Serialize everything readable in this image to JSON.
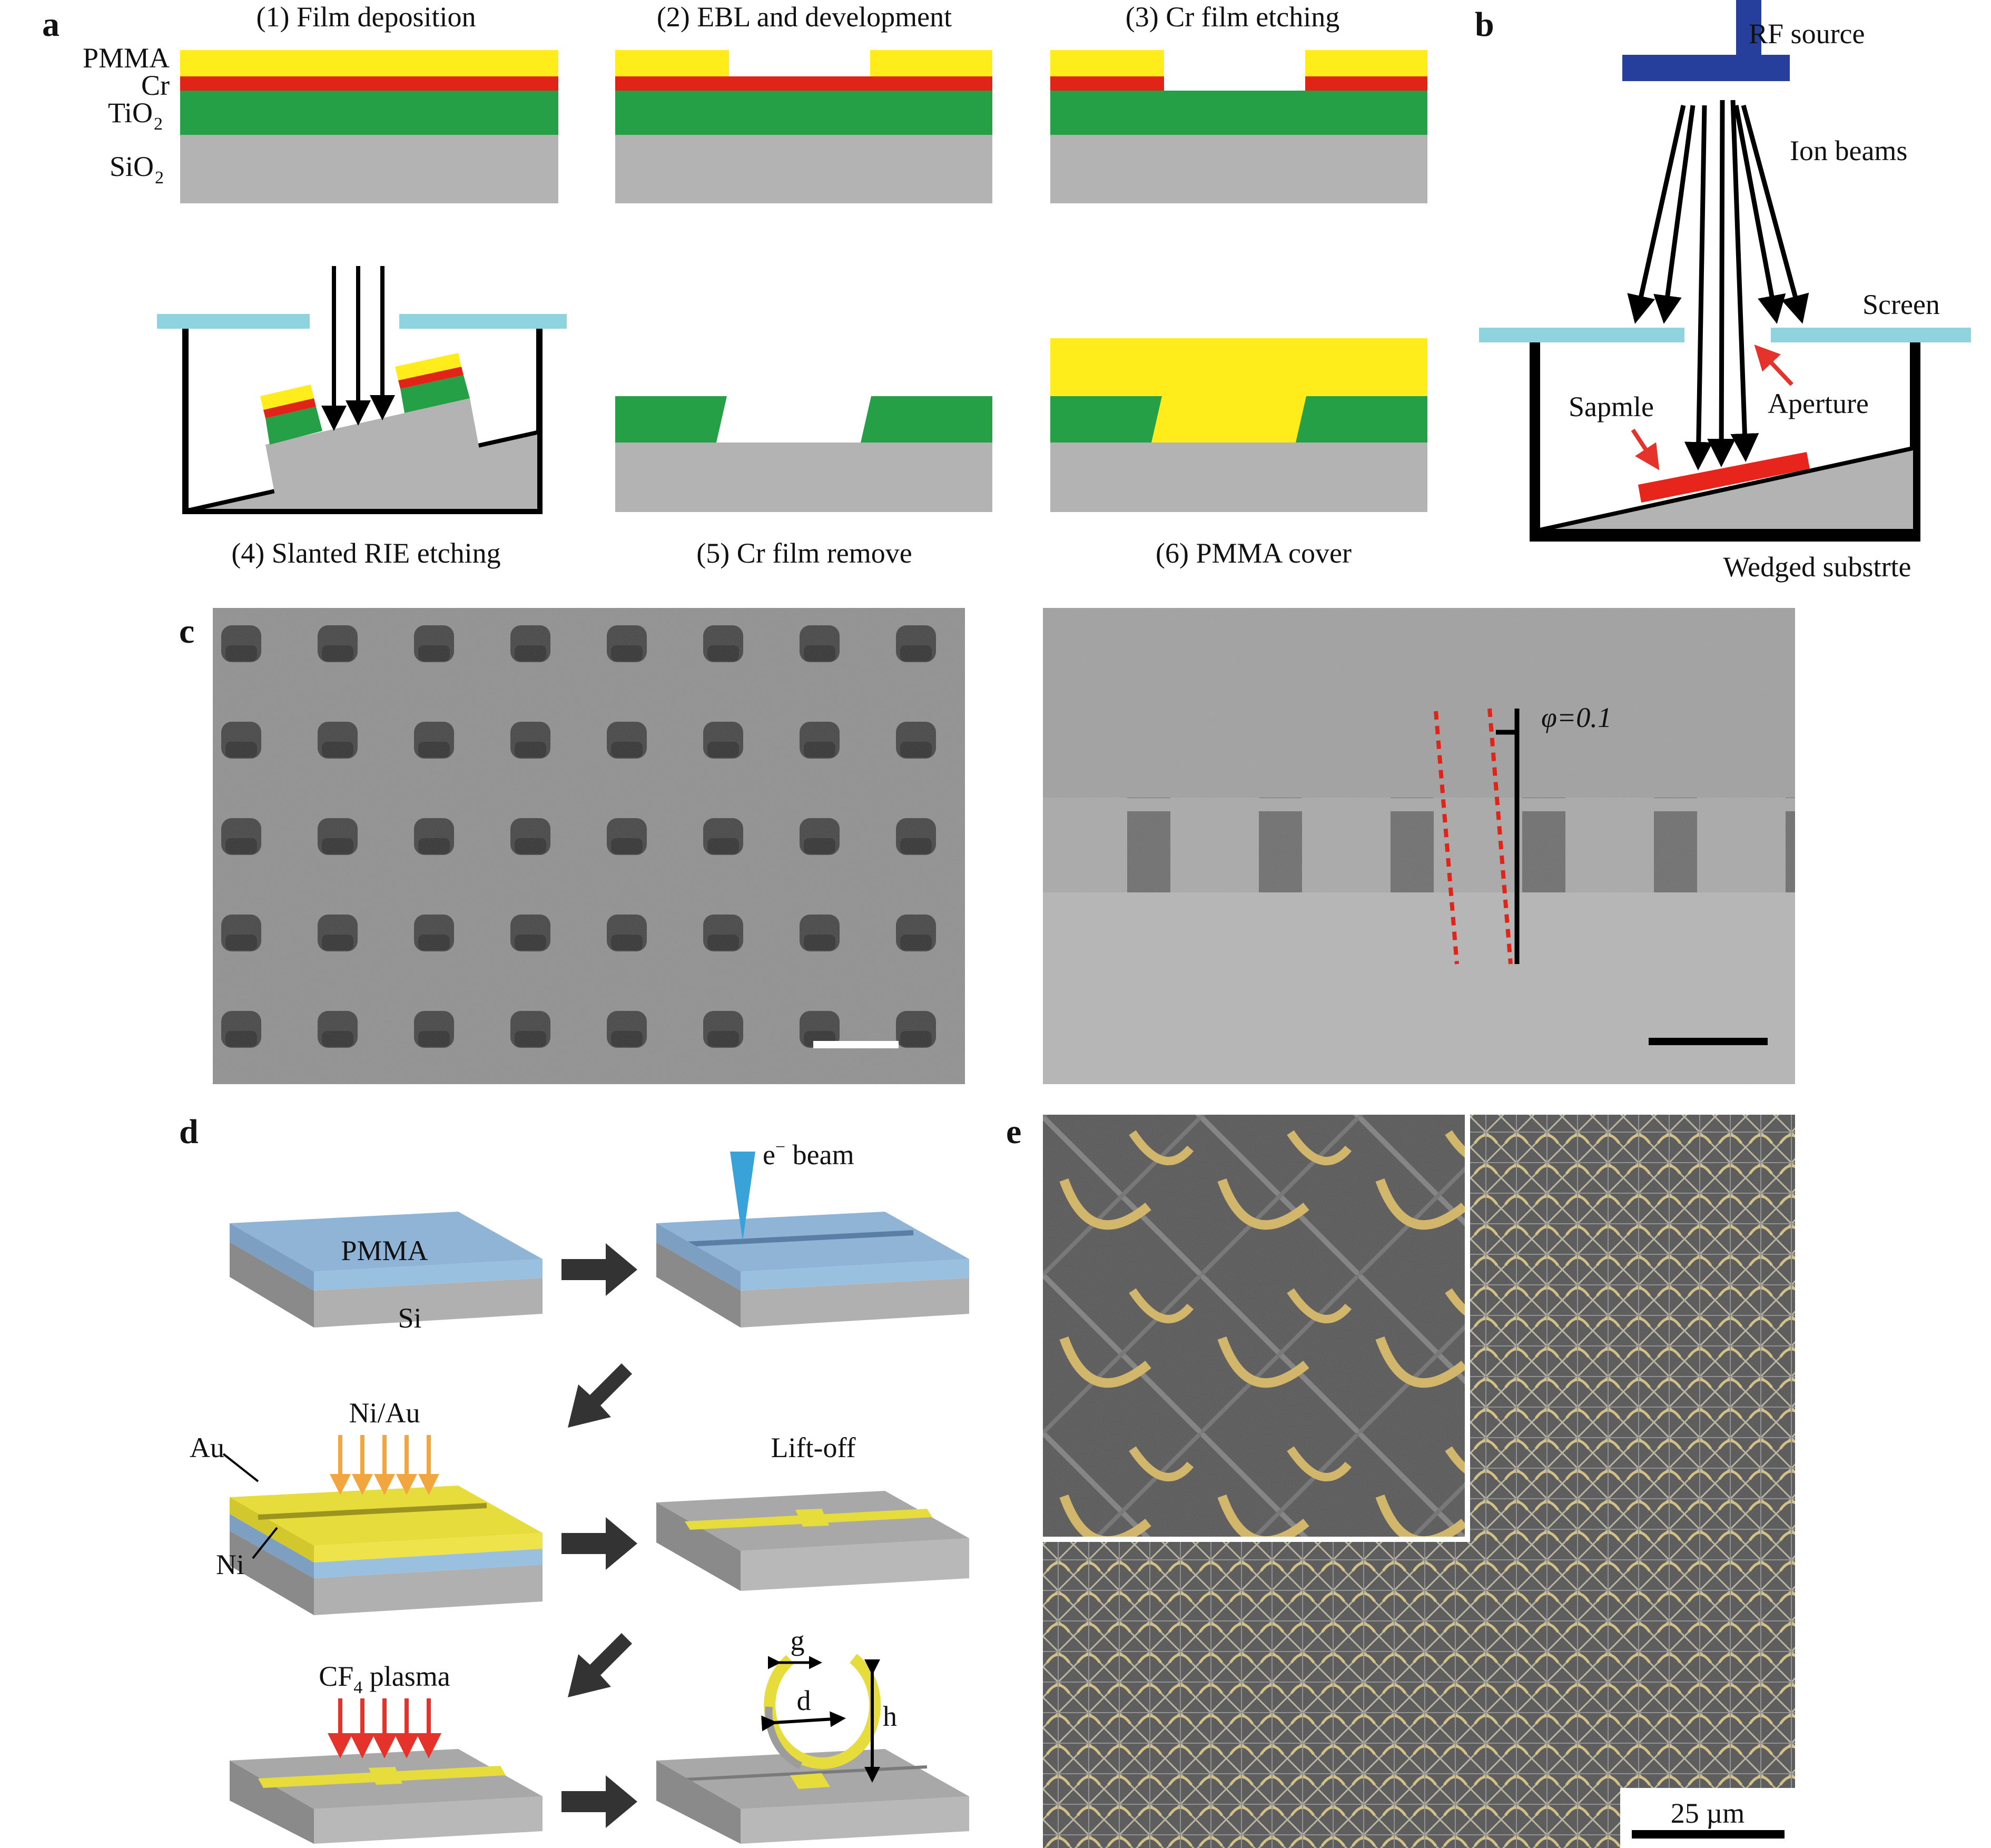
{
  "colors": {
    "pmma": "#ffec1a",
    "cr": "#e02418",
    "tio2": "#26a046",
    "substrate": "#b3b3b3",
    "screen": "#8fd3df",
    "rf_source": "#263e9c",
    "sample": "#e8251d",
    "arrow_red": "#e5322a",
    "arrow_orange": "#f2a640",
    "pmma_3d": "#8fb4d6",
    "gold_3d": "#e6dc3c",
    "sem_gray": "#8a8a8a",
    "red_dash": "#e02418"
  },
  "panel_a": {
    "letter": "a",
    "layer_labels": {
      "pmma": "PMMA",
      "cr": "Cr",
      "tio2": "TiO",
      "tio2_sub": "2",
      "sio2": "SiO",
      "sio2_sub": "2"
    },
    "steps": [
      "(1) Film deposition",
      "(2) EBL and development",
      "(3) Cr film etching",
      "(4) Slanted RIE etching",
      "(5) Cr film remove",
      "(6) PMMA cover"
    ]
  },
  "panel_b": {
    "letter": "b",
    "rf_source": "RF source",
    "ion_beams": "Ion beams",
    "screen": "Screen",
    "aperture": "Aperture",
    "sample": "Sapmle",
    "wedged_substrate": "Wedged substrte"
  },
  "panel_c": {
    "letter": "c",
    "angle_label": "φ=0.1",
    "icons": {
      "left": "sem-square-hole-array-icon",
      "right": "sem-cross-section-icon",
      "scalebar": "scale-bar-icon"
    }
  },
  "panel_d": {
    "letter": "d",
    "pmma": "PMMA",
    "si": "Si",
    "e_beam_prefix": "e",
    "e_beam_sup": "−",
    "e_beam_suffix": " beam",
    "ni_au": "Ni/Au",
    "au": "Au",
    "ni": "Ni",
    "lift_off": "Lift-off",
    "cf4_prefix": "CF",
    "cf4_sub": "4",
    "cf4_suffix": " plasma",
    "g": "g",
    "d": "d",
    "h": "h",
    "icons": {
      "process_arrow": "arrow-right-icon",
      "next_row_arrow": "arrow-down-left-icon"
    }
  },
  "panel_e": {
    "letter": "e",
    "scalebar": "25 µm",
    "icons": {
      "inset": "sem-inset-split-rings-icon",
      "array": "sem-array-icon"
    }
  }
}
